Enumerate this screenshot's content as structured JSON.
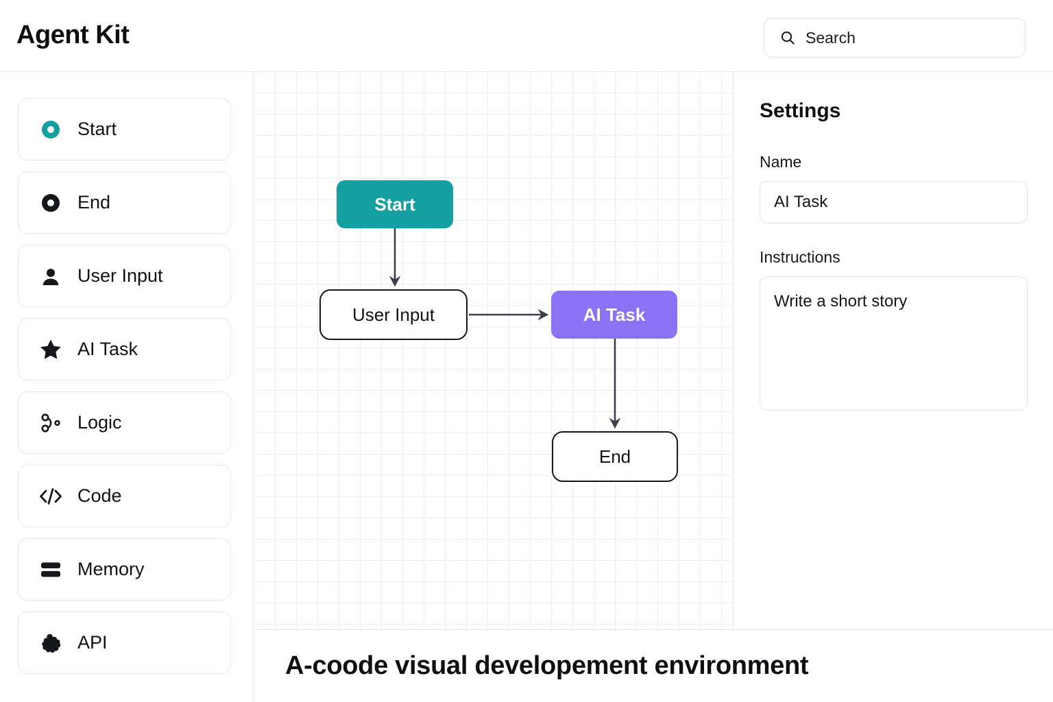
{
  "header": {
    "title": "Agent Kit",
    "search": {
      "placeholder": "Search",
      "icon": "search-icon"
    }
  },
  "sidebar": {
    "items": [
      {
        "label": "Start",
        "icon": "circle-dot-teal-icon",
        "color": "#14a0a0"
      },
      {
        "label": "End",
        "icon": "circle-dot-icon",
        "color": "#16161d"
      },
      {
        "label": "User Input",
        "icon": "person-icon",
        "color": "#16161d"
      },
      {
        "label": "AI Task",
        "icon": "star-icon",
        "color": "#16161d"
      },
      {
        "label": "Logic",
        "icon": "branch-icon",
        "color": "#16161d"
      },
      {
        "label": "Code",
        "icon": "code-brackets-icon",
        "color": "#16161d"
      },
      {
        "label": "Memory",
        "icon": "memory-bars-icon",
        "color": "#16161d"
      },
      {
        "label": "API",
        "icon": "puzzle-piece-icon",
        "color": "#16161d"
      }
    ]
  },
  "canvas": {
    "nodes": [
      {
        "id": "start",
        "label": "Start",
        "fill": "#14a0a0",
        "text": "#ffffff"
      },
      {
        "id": "user_input",
        "label": "User Input",
        "fill": "#ffffff",
        "text": "#111116"
      },
      {
        "id": "ai_task",
        "label": "AI Task",
        "fill": "#8b72f5",
        "text": "#ffffff"
      },
      {
        "id": "end",
        "label": "End",
        "fill": "#ffffff",
        "text": "#111116"
      }
    ],
    "edges": [
      {
        "from": "start",
        "to": "user_input"
      },
      {
        "from": "user_input",
        "to": "ai_task"
      },
      {
        "from": "ai_task",
        "to": "end"
      }
    ],
    "grid": true
  },
  "caption": {
    "text": "A-coode visual developement environment"
  },
  "settings": {
    "title": "Settings",
    "name_label": "Name",
    "name_value": "AI Task",
    "instructions_label": "Instructions",
    "instructions_value": "Write a short story"
  }
}
